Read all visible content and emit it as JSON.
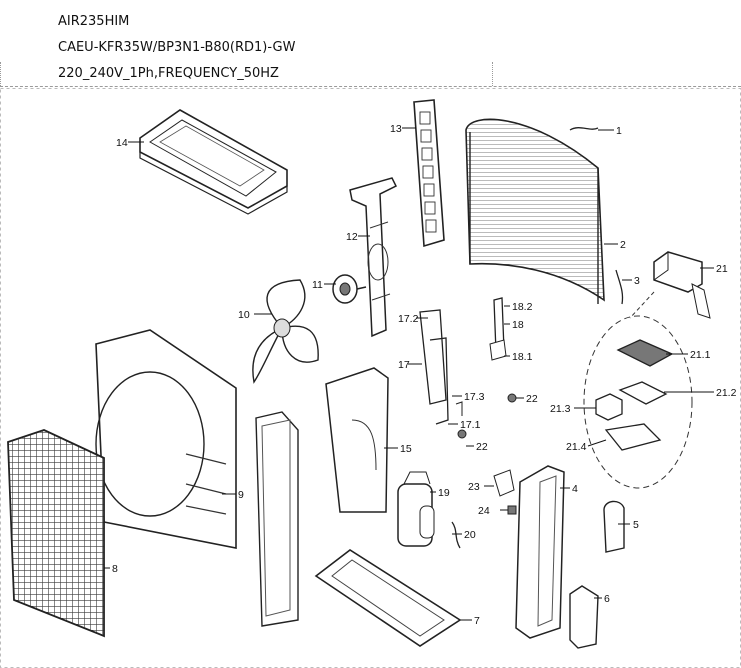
{
  "header": {
    "model": "AIR235HIM",
    "code": "CAEU-KFR35W/BP3N1-B80(RD1)-GW",
    "power": "220_240V_1Ph,FREQUENCY_50HZ"
  },
  "callouts": {
    "p1": "1",
    "p2": "2",
    "p3": "3",
    "p4": "4",
    "p5": "5",
    "p6": "6",
    "p7": "7",
    "p8": "8",
    "p9": "9",
    "p10": "10",
    "p11": "11",
    "p12": "12",
    "p13": "13",
    "p14": "14",
    "p15": "15",
    "p17": "17",
    "p17_1": "17.1",
    "p17_2": "17.2",
    "p17_3": "17.3",
    "p18": "18",
    "p18_1": "18.1",
    "p18_2": "18.2",
    "p19": "19",
    "p20": "20",
    "p21": "21",
    "p21_1": "21.1",
    "p21_2": "21.2",
    "p21_3": "21.3",
    "p21_4": "21.4",
    "p22a": "22",
    "p22b": "22",
    "p23": "23",
    "p24": "24"
  }
}
